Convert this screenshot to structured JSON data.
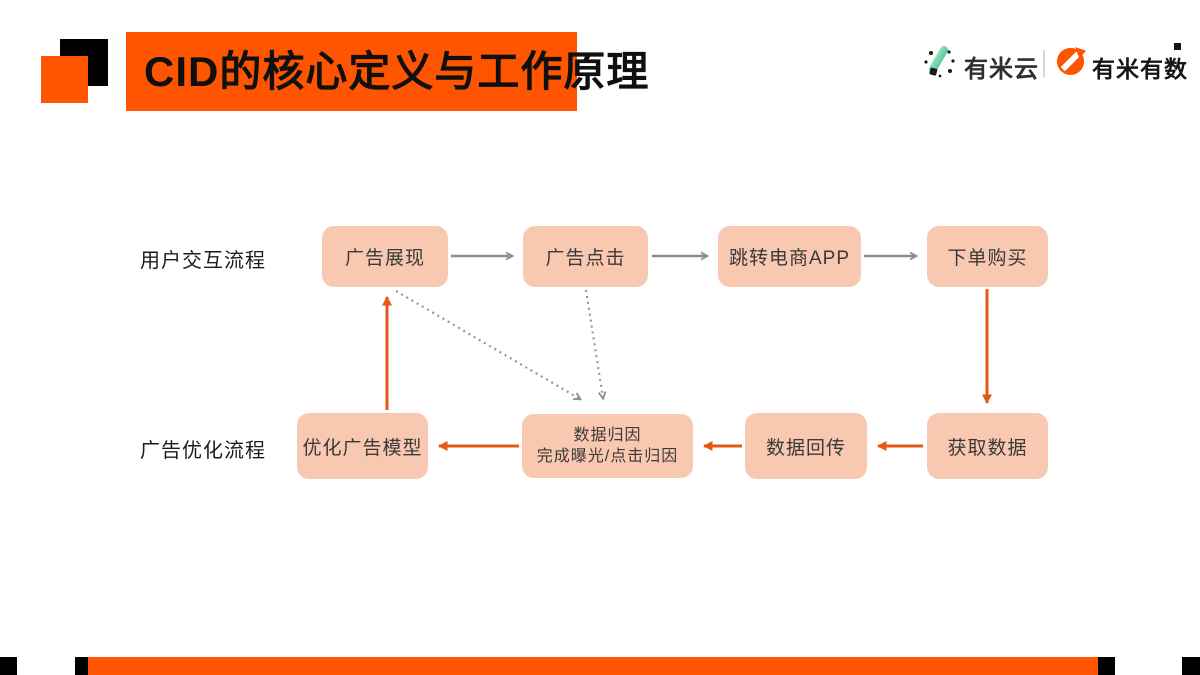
{
  "colors": {
    "accent_orange": "#FF5400",
    "arrow_orange": "#E6571B",
    "node_fill": "#F9C8B0",
    "gray_arrow": "#8C8C8C"
  },
  "header": {
    "title": "CID的核心定义与工作原理"
  },
  "logos": {
    "yomi_cloud": "有米云",
    "yomi_youshu": "有米有数"
  },
  "flow": {
    "row1": {
      "label": "用户交互流程",
      "node1": "广告展现",
      "node2": "广告点击",
      "node3": "跳转电商APP",
      "node4": "下单购买"
    },
    "row2": {
      "label": "广告优化流程",
      "node1": "优化广告模型",
      "node2_line1": "数据归因",
      "node2_line2": "完成曝光/点击归因",
      "node3": "数据回传",
      "node4": "获取数据"
    },
    "edges": [
      {
        "from": "广告展现",
        "to": "广告点击",
        "style": "solid-gray"
      },
      {
        "from": "广告点击",
        "to": "跳转电商APP",
        "style": "solid-gray"
      },
      {
        "from": "跳转电商APP",
        "to": "下单购买",
        "style": "solid-gray"
      },
      {
        "from": "下单购买",
        "to": "获取数据",
        "style": "solid-orange"
      },
      {
        "from": "获取数据",
        "to": "数据回传",
        "style": "solid-orange"
      },
      {
        "from": "数据回传",
        "to": "数据归因 完成曝光/点击归因",
        "style": "solid-orange"
      },
      {
        "from": "数据归因 完成曝光/点击归因",
        "to": "优化广告模型",
        "style": "solid-orange"
      },
      {
        "from": "优化广告模型",
        "to": "广告展现",
        "style": "solid-orange"
      },
      {
        "from": "广告展现",
        "to": "数据归因 完成曝光/点击归因",
        "style": "dotted-gray"
      },
      {
        "from": "广告点击",
        "to": "数据归因 完成曝光/点击归因",
        "style": "dotted-gray"
      }
    ]
  }
}
